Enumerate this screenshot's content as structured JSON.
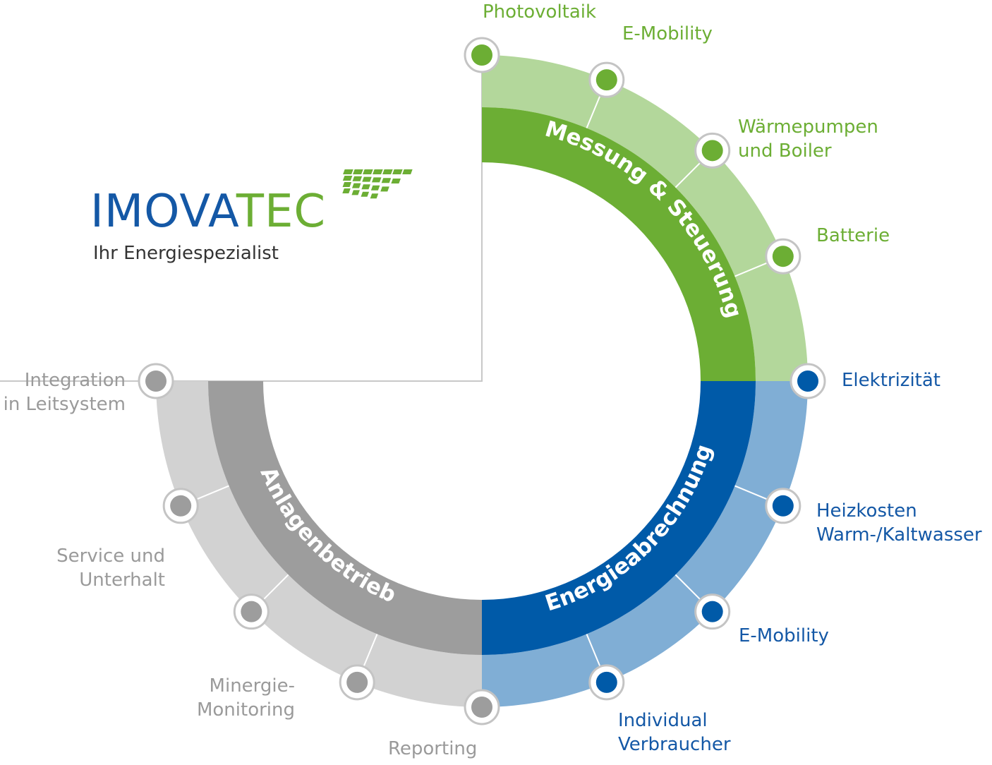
{
  "logo": {
    "name_part1": "IMOVA",
    "name_part2": "TEC",
    "tagline": "Ihr Energiespezialist"
  },
  "colors": {
    "green_light": "#b3d79b",
    "green_dark": "#6cae34",
    "blue_light": "#80aed5",
    "blue_dark": "#005aa8",
    "gray_light": "#d2d2d2",
    "gray_dark": "#9d9d9d"
  },
  "segments": {
    "green": {
      "title": "Messung & Steuerung",
      "items": [
        "Photovoltaik",
        "E-Mobility",
        "Wärmepumpen und Boiler",
        "Batterie"
      ],
      "item_lines": [
        [
          "Photovoltaik"
        ],
        [
          "E-Mobility"
        ],
        [
          "Wärmepumpen",
          "und Boiler"
        ],
        [
          "Batterie"
        ]
      ]
    },
    "blue": {
      "title": "Energieabrechnung",
      "item_lines": [
        [
          "Elektrizität"
        ],
        [
          "Heizkosten",
          "Warm-/Kaltwasser"
        ],
        [
          "E-Mobility"
        ],
        [
          "Individual",
          "Verbraucher"
        ]
      ]
    },
    "gray": {
      "title": "Anlagenbetrieb",
      "item_lines": [
        [
          "Integration",
          "in Leitsystem"
        ],
        [
          "Service und",
          "Unterhalt"
        ],
        [
          "Minergie-",
          "Monitoring"
        ],
        [
          "Reporting"
        ]
      ]
    }
  }
}
